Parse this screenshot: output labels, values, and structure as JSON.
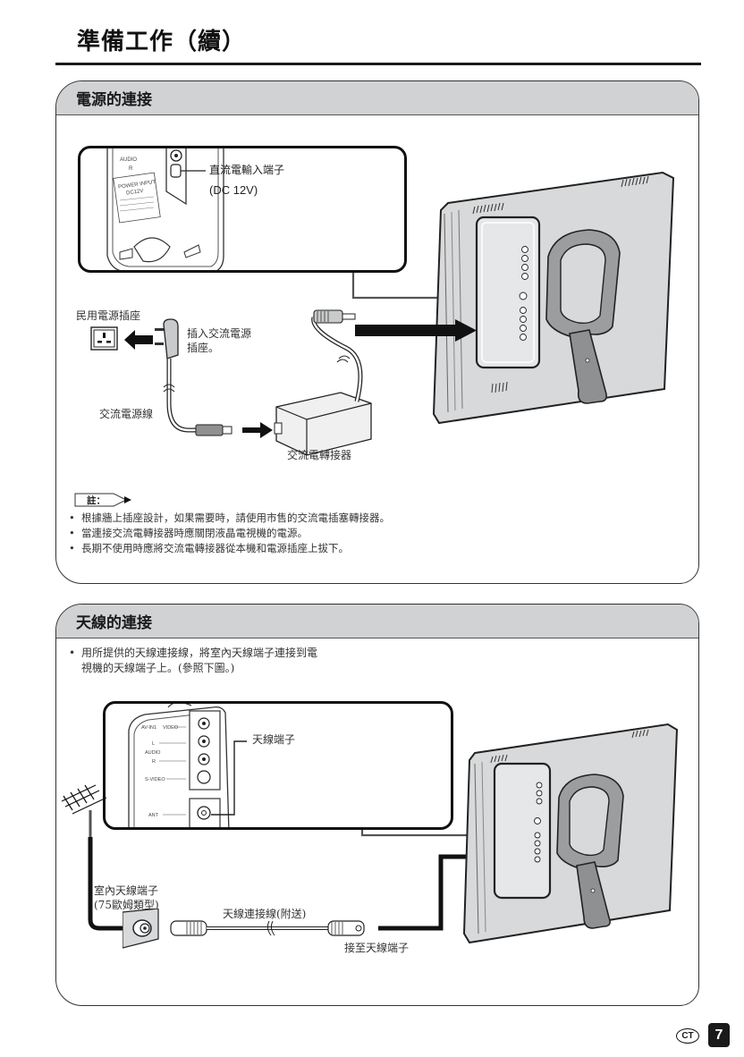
{
  "page": {
    "title": "準備工作（續）",
    "language_badge": "CT",
    "page_number": "7"
  },
  "power_section": {
    "heading": "電源的連接",
    "callout": {
      "label": "直流電輸入端子",
      "sublabel": "(DC 12V)",
      "panel_text": [
        "AUDIO",
        "R",
        "POWER INPUT",
        "DC12V"
      ]
    },
    "labels": {
      "wall_outlet": "民用電源插座",
      "plug_into": "插入交流電源",
      "plug_into_2": "插座。",
      "ac_cord": "交流電源線",
      "ac_adapter": "交流電轉接器"
    },
    "note_tag": "註：",
    "notes": [
      "根據牆上插座設計，如果需要時，請使用市售的交流電插塞轉接器。",
      "當連接交流電轉接器時應關閉液晶電視機的電源。",
      "長期不使用時應將交流電轉接器從本機和電源插座上拔下。"
    ]
  },
  "antenna_section": {
    "heading": "天線的連接",
    "intro_line1": "用所提供的天線連接線，將室內天線端子連接到電",
    "intro_line2": "視機的天線端子上。(參照下圖。)",
    "callout": {
      "label": "天線端子",
      "panel_text": [
        "AV-IN1",
        "VIDEO",
        "L",
        "AUDIO",
        "R",
        "S-VIDEO",
        "ANT"
      ]
    },
    "labels": {
      "indoor_terminal": "室內天線端子",
      "indoor_terminal_type": "(75歐姆類型)",
      "cable": "天線連接線(附送)",
      "to_terminal": "接至天線端子"
    }
  },
  "bullet": "•"
}
